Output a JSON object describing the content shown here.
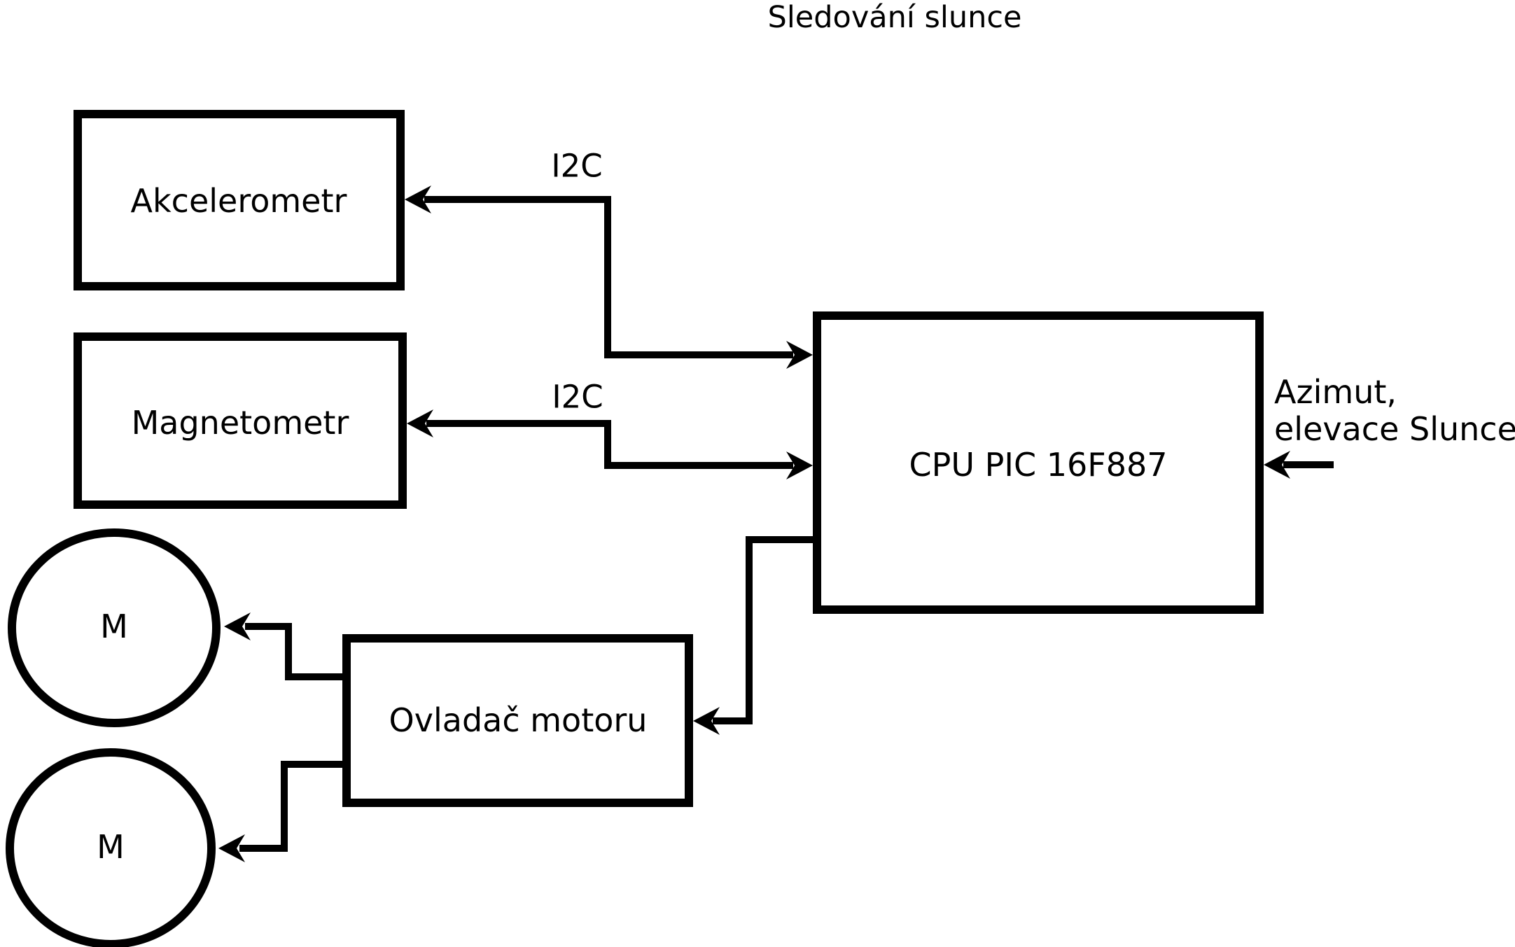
{
  "diagram": {
    "title": "Sledování slunce",
    "background_color": "#ffffff",
    "stroke_color": "#000000"
  },
  "blocks": {
    "accelerometer": {
      "label": "Akcelerometr"
    },
    "magnetometer": {
      "label": "Magnetometr"
    },
    "cpu": {
      "label": "CPU PIC 16F887"
    },
    "motor_driver": {
      "label": "Ovladač motoru"
    },
    "motor_top": {
      "label": "M"
    },
    "motor_bottom": {
      "label": "M"
    }
  },
  "wire_labels": {
    "i2c_accelerometer": "I2C",
    "i2c_magnetometer": "I2C",
    "cpu_input_line1": "Azimut,",
    "cpu_input_line2": "elevace Slunce"
  }
}
